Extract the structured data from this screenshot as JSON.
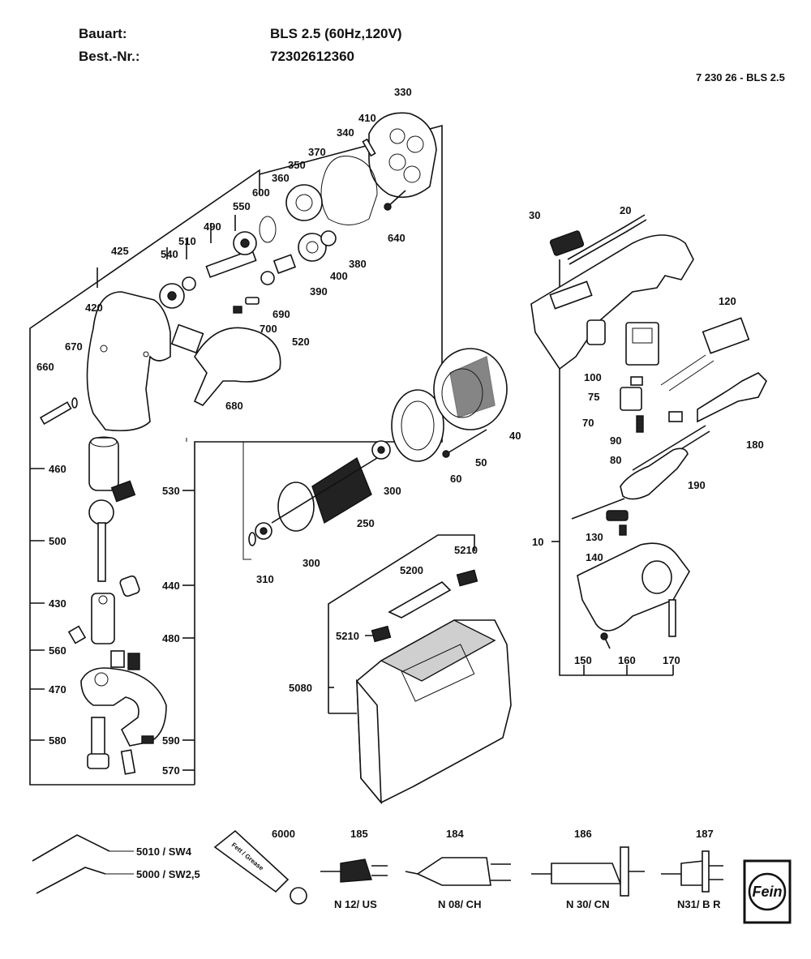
{
  "header": {
    "bauart_label": "Bauart:",
    "bauart_value": "BLS 2.5 (60Hz,120V)",
    "bestnr_label": "Best.-Nr.:",
    "bestnr_value": "72302612360",
    "drawing_ref": "7 230 26 - BLS 2.5"
  },
  "labels": {
    "p330": "330",
    "p410": "410",
    "p340": "340",
    "p370": "370",
    "p350": "350",
    "p360": "360",
    "p600": "600",
    "p550": "550",
    "p490": "490",
    "p510": "510",
    "p540": "540",
    "p425": "425",
    "p420": "420",
    "p690": "690",
    "p700": "700",
    "p520": "520",
    "p640": "640",
    "p380": "380",
    "p400": "400",
    "p390": "390",
    "p670": "670",
    "p660": "660",
    "p680": "680",
    "p460": "460",
    "p530": "530",
    "p500": "500",
    "p430": "430",
    "p440": "440",
    "p560": "560",
    "p480": "480",
    "p470": "470",
    "p580": "580",
    "p590": "590",
    "p570": "570",
    "p30": "30",
    "p20": "20",
    "p120": "120",
    "p100": "100",
    "p75": "75",
    "p70": "70",
    "p90": "90",
    "p80": "80",
    "p180": "180",
    "p190": "190",
    "p40": "40",
    "p50": "50",
    "p60": "60",
    "p300a": "300",
    "p250": "250",
    "p300b": "300",
    "p310": "310",
    "p10": "10",
    "p130": "130",
    "p140": "140",
    "p150": "150",
    "p160": "160",
    "p170": "170",
    "p5210a": "5210",
    "p5200": "5200",
    "p5210b": "5210",
    "p5080": "5080",
    "p5010": "5010 / SW4",
    "p5000": "5000 / SW2,5",
    "p6000": "6000",
    "p185": "185",
    "p184": "184",
    "p186": "186",
    "p187": "187",
    "n12": "N 12/ US",
    "n08": "N 08/ CH",
    "n30": "N 30/ CN",
    "n31": "N31/ B R",
    "grease": "Fett / Grease"
  },
  "logo": {
    "text": "Fein"
  }
}
